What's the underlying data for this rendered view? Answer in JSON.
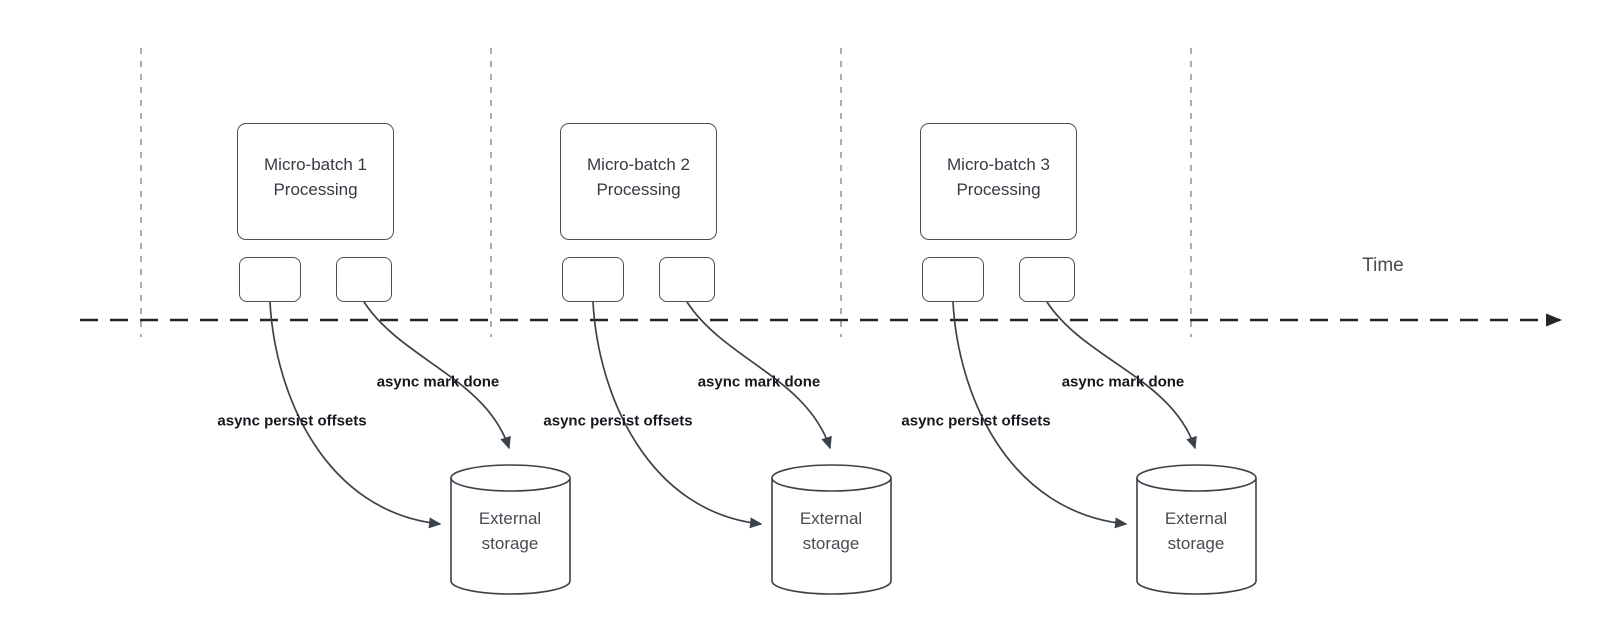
{
  "diagram": {
    "time_label": "Time",
    "groups": [
      {
        "title": "Micro-batch 1\nProcessing",
        "persist_label": "async persist offsets",
        "mark_done_label": "async mark done",
        "storage_label": "External\nstorage"
      },
      {
        "title": "Micro-batch 2\nProcessing",
        "persist_label": "async persist offsets",
        "mark_done_label": "async mark done",
        "storage_label": "External\nstorage"
      },
      {
        "title": "Micro-batch 3\nProcessing",
        "persist_label": "async persist offsets",
        "mark_done_label": "async mark done",
        "storage_label": "External\nstorage"
      }
    ]
  }
}
